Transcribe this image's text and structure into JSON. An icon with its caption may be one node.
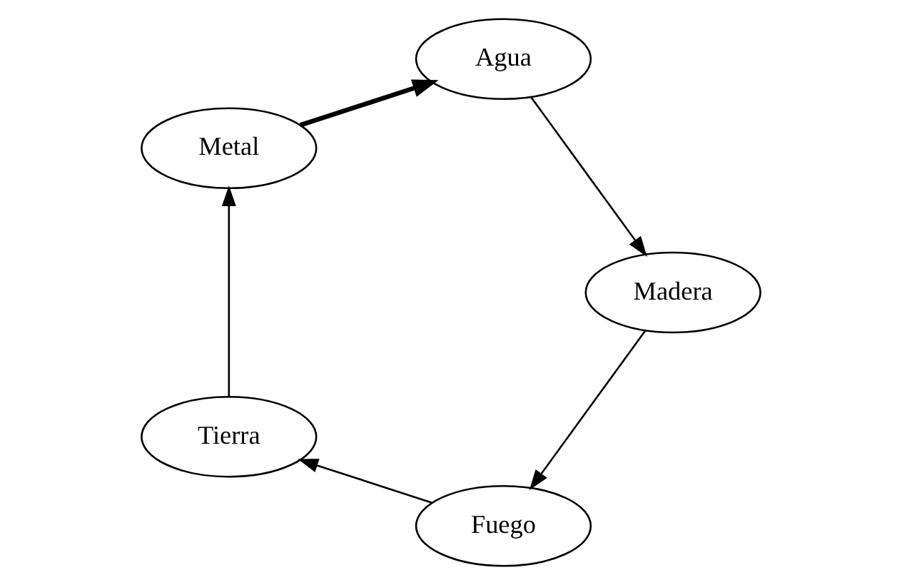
{
  "diagram": {
    "nodes": [
      {
        "text": [
          "Fuego"
        ]
      },
      {
        "text": [
          "Madera"
        ]
      },
      {
        "text": [
          "Tierra"
        ]
      },
      {
        "text": [
          "Agua"
        ]
      },
      {
        "text": [
          "Metal"
        ]
      }
    ],
    "edges": [
      {
        "from": 1,
        "to": 0,
        "arrow": "to"
      },
      {
        "from": 0,
        "to": 2,
        "arrow": "to"
      },
      {
        "from": 2,
        "to": 4,
        "arrow": "to"
      },
      {
        "from": 4,
        "to": 3,
        "arrow": "to",
        "style": "thick"
      },
      {
        "from": 3,
        "to": 1,
        "arrow": "to"
      }
    ]
  }
}
